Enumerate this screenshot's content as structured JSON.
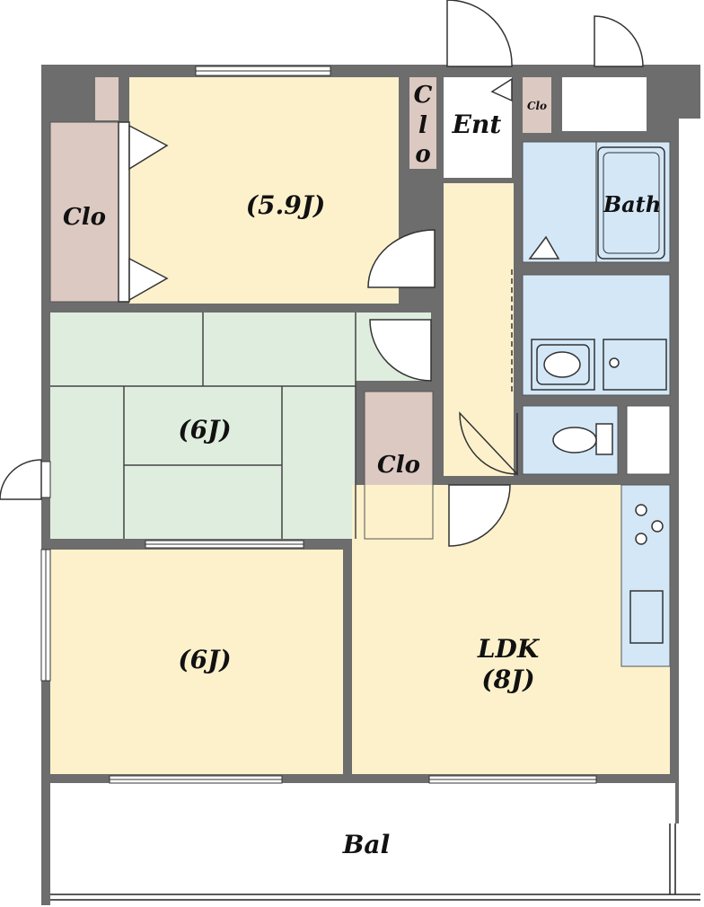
{
  "rooms": {
    "western_top": {
      "label": "(5.9J)"
    },
    "japanese": {
      "label": "(6J)"
    },
    "western_bottom": {
      "label": "(6J)"
    },
    "ldk": {
      "line1": "LDK",
      "line2": "(8J)"
    },
    "balcony": {
      "label": "Bal"
    },
    "entrance": {
      "label": "Ent"
    },
    "bath": {
      "label": "Bath"
    },
    "closet_left": {
      "label": "Clo"
    },
    "closet_mid": {
      "label": "Clo"
    },
    "closet_entrance": {
      "c1": "C",
      "c2": "l",
      "c3": "o"
    },
    "closet_small": {
      "label": "Clo"
    }
  },
  "colors": {
    "wall": "#6d6d6d",
    "western": "#fdf1cc",
    "tatami": "#dfeddf",
    "closet": "#dcc9c2",
    "wet": "#d3e7f7",
    "corridor": "#fdf1cc",
    "balcony": "#ffffff"
  }
}
